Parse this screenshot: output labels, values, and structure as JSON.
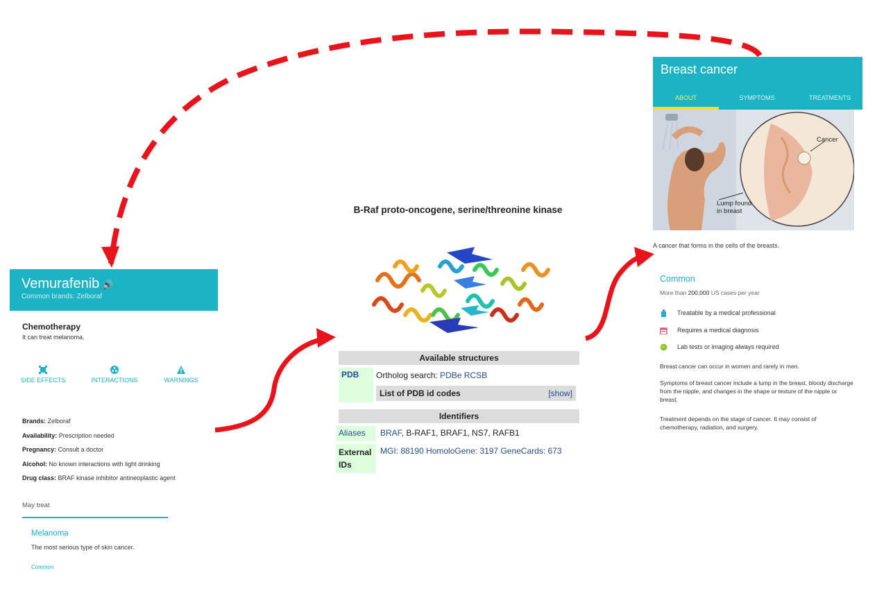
{
  "drug": {
    "name": "Vemurafenib",
    "brands_line": "Common brands: Zelboraf",
    "category": "Chemotherapy",
    "treats_line": "It can treat melanoma.",
    "actions": [
      {
        "label": "SIDE EFFECTS",
        "icon": "side-effects-icon"
      },
      {
        "label": "INTERACTIONS",
        "icon": "interactions-icon"
      },
      {
        "label": "WARNINGS",
        "icon": "warning-icon"
      }
    ],
    "facts": [
      {
        "key": "Brands:",
        "value": "Zelboraf"
      },
      {
        "key": "Availability:",
        "value": "Prescription needed"
      },
      {
        "key": "Pregnancy:",
        "value": "Consult a doctor"
      },
      {
        "key": "Alcohol:",
        "value": "No known interactions with light drinking"
      },
      {
        "key": "Drug class:",
        "value": "BRAF kinase inhibitor antineoplastic agent"
      }
    ],
    "may_treat_heading": "May treat",
    "condition": {
      "name": "Melanoma",
      "description": "The most serious type of skin cancer.",
      "frequency": "Common"
    }
  },
  "gene": {
    "title": "B-Raf proto-oncogene, serine/threonine kinase",
    "structures_heading": "Available structures",
    "pdb_key": "PDB",
    "ortholog_label": "Ortholog search:",
    "ortholog_links": [
      "PDBe",
      "RCSB"
    ],
    "pdb_list_label": "List of PDB id codes",
    "show_label": "[show]",
    "identifiers_heading": "Identifiers",
    "aliases_key": "Aliases",
    "aliases_link": "BRAF",
    "aliases_rest": ", B-RAF1, BRAF1, NS7, RAFB1",
    "external_key_1": "External",
    "external_key_2": "IDs",
    "external_ids": "MGI: 88190 HomoloGene: 3197 GeneCards: 673"
  },
  "disease": {
    "name": "Breast cancer",
    "tabs": [
      {
        "label": "ABOUT",
        "active": true
      },
      {
        "label": "SYMPTOMS",
        "active": false
      },
      {
        "label": "TREATMENTS",
        "active": false
      }
    ],
    "illustration_labels": {
      "cancer": "Cancer",
      "lump_1": "Lump found",
      "lump_2": "in breast"
    },
    "summary": "A cancer that forms in the cells of the breasts.",
    "frequency_title": "Common",
    "frequency_prefix": "More than ",
    "frequency_value": "200,000",
    "frequency_suffix": " US cases per year",
    "features": [
      {
        "text": "Treatable by a medical professional",
        "icon": "doctor-icon",
        "color": "#2fa9c9"
      },
      {
        "text": "Requires a medical diagnosis",
        "icon": "calendar-icon",
        "color": "#e0567a"
      },
      {
        "text": "Lab tests or imaging always required",
        "icon": "lab-test-icon",
        "color": "#8fc43c"
      }
    ],
    "paragraphs": [
      "Breast cancer can occur in women and rarely in men.",
      "Symptoms of breast cancer include a lump in the breast, bloody discharge from the nipple, and changes in the shape or texture of the nipple or breast.",
      "Treatment depends on the stage of cancer. It may consist of chemotherapy, radiation, and surgery."
    ]
  },
  "colors": {
    "accent": "#1cb3c4",
    "arrow": "#e8141c",
    "tab_highlight": "#ffd92a",
    "infobox_key": "#ddffdd",
    "infobox_heading": "#dcdcdc",
    "link": "#2a4b8d"
  }
}
